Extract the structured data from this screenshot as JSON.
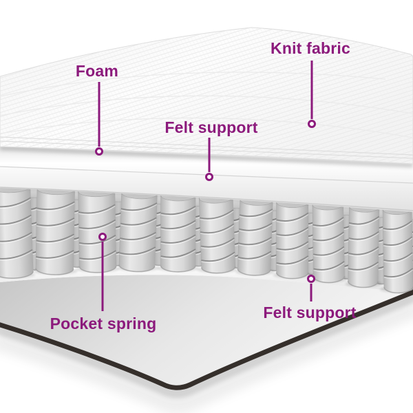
{
  "page": {
    "background_color": "#ffffff"
  },
  "diagram": {
    "subject": "mattress-layers-cutaway",
    "accent_color": "#8c1a7c",
    "base_edge_color": "#352f2b",
    "annotations": {
      "knit_fabric": {
        "label": "Knit fabric"
      },
      "foam": {
        "label": "Foam"
      },
      "felt_support_top": {
        "label": "Felt support"
      },
      "pocket_spring": {
        "label": "Pocket spring"
      },
      "felt_support_bottom": {
        "label": "Felt support"
      }
    },
    "illustration": {
      "front_spring_count": 11,
      "back_spring_count": 11,
      "front_coil_turns": 4,
      "back_coil_turns": 4,
      "tilts": [
        -2,
        1,
        -1,
        2,
        0,
        -2,
        2,
        0,
        -1,
        1,
        -1
      ],
      "coil_color": "#8d8d8d",
      "back_coil_color": "#828282"
    }
  }
}
